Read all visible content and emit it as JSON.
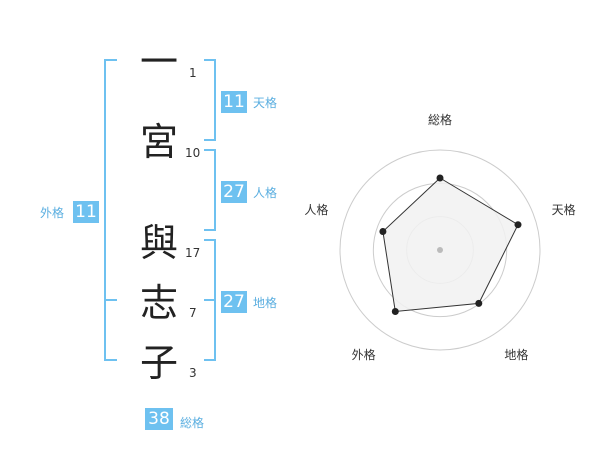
{
  "name": {
    "chars": [
      {
        "char": "一",
        "strokes": "1"
      },
      {
        "char": "宮",
        "strokes": "10"
      },
      {
        "char": "與",
        "strokes": "17"
      },
      {
        "char": "志",
        "strokes": "7"
      },
      {
        "char": "子",
        "strokes": "3"
      }
    ]
  },
  "fortune": {
    "ten": {
      "label": "天格",
      "value": "11"
    },
    "jin": {
      "label": "人格",
      "value": "27"
    },
    "chi": {
      "label": "地格",
      "value": "27"
    },
    "gai": {
      "label": "外格",
      "value": "11"
    },
    "sou": {
      "label": "総格",
      "value": "38"
    }
  },
  "chart_data": {
    "type": "radar",
    "axes": [
      "総格",
      "天格",
      "地格",
      "外格",
      "人格"
    ],
    "values": [
      0.72,
      0.82,
      0.66,
      0.76,
      0.6
    ],
    "range": [
      0,
      1
    ],
    "rings": 3,
    "colors": {
      "fill": "#f1f1f1",
      "line": "#333333",
      "point": "#222222",
      "ring": "#cccccc"
    }
  },
  "colors": {
    "accent": "#6ec1f0",
    "bracket": "#6ec1f0",
    "label": "#5aaee0"
  }
}
